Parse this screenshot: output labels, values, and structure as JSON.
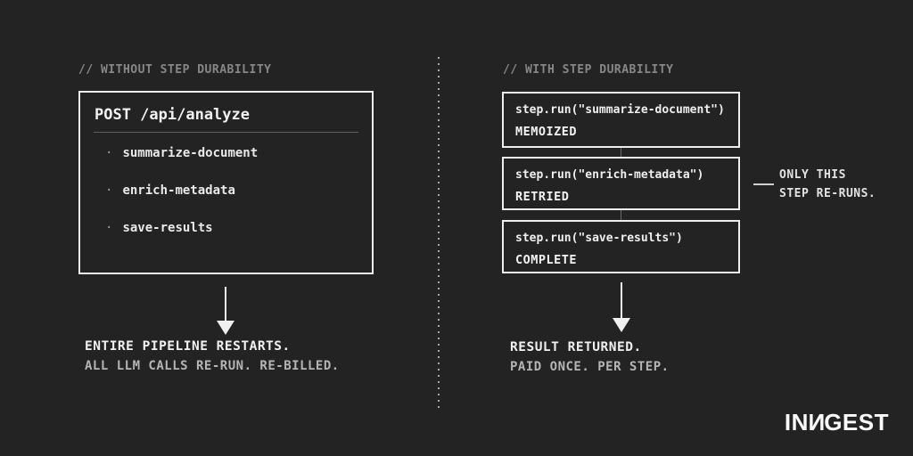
{
  "colors": {
    "background": "#232323",
    "box_border": "#ededed",
    "text_primary": "#f0f0f0",
    "text_muted": "#878787",
    "text_secondary": "#b5b5b5",
    "divider_dots": "#a8a8a8"
  },
  "left_panel": {
    "header": "// WITHOUT STEP DURABILITY",
    "box": {
      "title": "POST /api/analyze",
      "bullet": "·",
      "items": [
        "summarize-document",
        "enrich-metadata",
        "save-results"
      ]
    },
    "caption": {
      "line1": "ENTIRE PIPELINE RESTARTS.",
      "line2": "ALL LLM CALLS RE-RUN. RE-BILLED."
    }
  },
  "right_panel": {
    "header": "// WITH STEP DURABILITY",
    "steps": [
      {
        "code": "step.run(\"summarize-document\")",
        "status": "MEMOIZED"
      },
      {
        "code": "step.run(\"enrich-metadata\")",
        "status": "RETRIED"
      },
      {
        "code": "step.run(\"save-results\")",
        "status": "COMPLETE"
      }
    ],
    "annotation": {
      "line1": "ONLY THIS",
      "line2": "STEP RE-RUNS."
    },
    "caption": {
      "line1": "RESULT RETURNED.",
      "line2": "PAID ONCE. PER STEP."
    }
  },
  "logo": {
    "part1": "IN",
    "part2": "N",
    "part3": "GEST"
  }
}
